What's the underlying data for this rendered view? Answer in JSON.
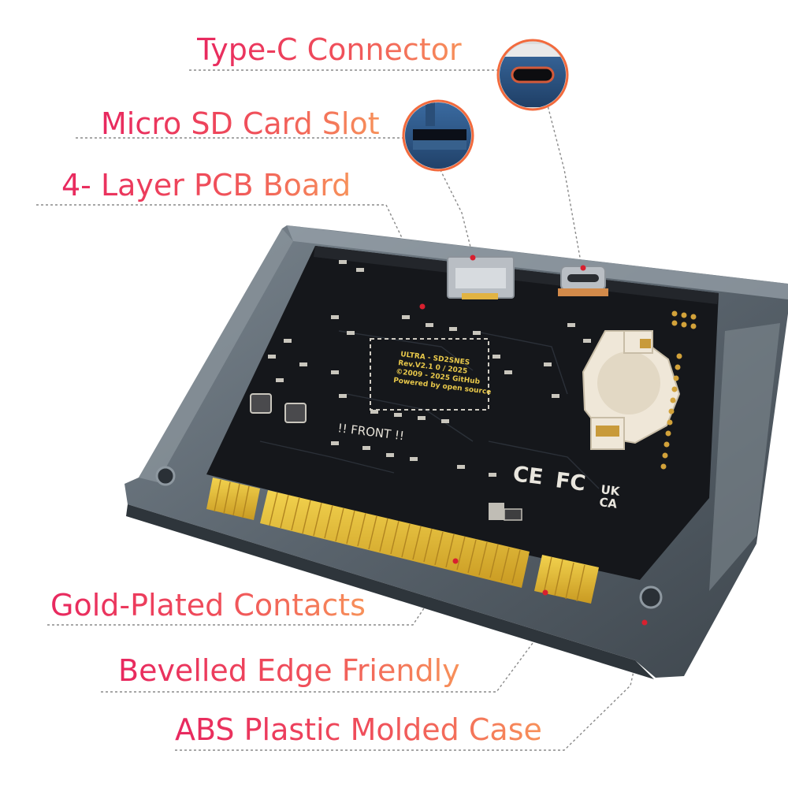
{
  "labels": {
    "type_c": "Type-C Connector",
    "micro_sd": "Micro SD Card Slot",
    "pcb": "4- Layer PCB Board",
    "gold": "Gold-Plated Contacts",
    "bevelled": "Bevelled Edge Friendly",
    "abs": "ABS Plastic Molded Case"
  },
  "board": {
    "silk_title": "ULTRA - SD2SNES",
    "silk_rev": "Rev.V2.1 0 / 2025",
    "silk_copy": "©2009 - 2025 GitHub",
    "silk_powered": "Powered by open source",
    "front_text": "!! FRONT !!",
    "cert_ce": "CE",
    "cert_fc": "FC",
    "cert_uk": "UK",
    "cert_ca": "CA"
  },
  "colors": {
    "accent_start": "#e8285f",
    "accent_end": "#f7915a",
    "pcb": "#15171b",
    "case": "#59636c",
    "gold": "#e0b93a",
    "marker": "#d8202f"
  }
}
